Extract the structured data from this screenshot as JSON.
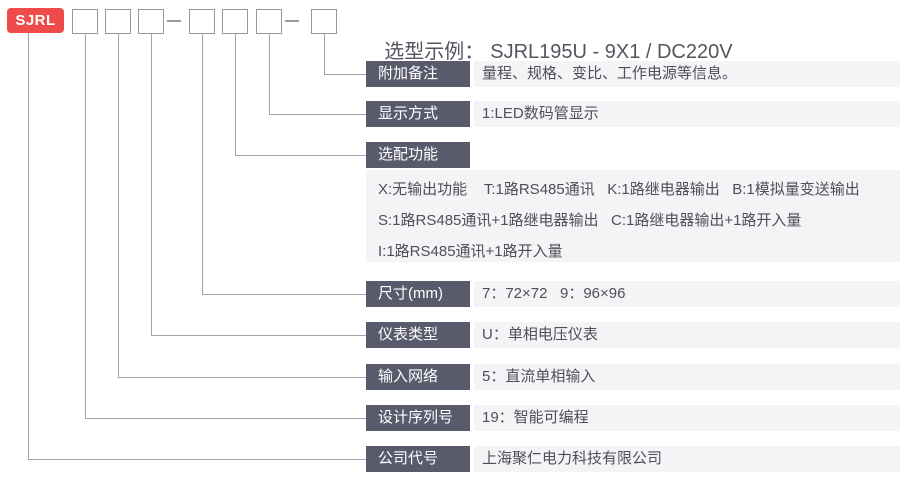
{
  "brand": {
    "code": "SJRL"
  },
  "example": {
    "label": "选型示例：",
    "value": "SJRL195U - 9X1 / DC220V"
  },
  "rows": [
    {
      "id": "additional-notes",
      "label": "附加备注",
      "value": "量程、规格、变比、工作电源等信息。"
    },
    {
      "id": "display-mode",
      "label": "显示方式",
      "value": "1:LED数码管显示"
    },
    {
      "id": "optional-functions",
      "label": "选配功能",
      "options": [
        "X:无输出功能    T:1路RS485通讯   K:1路继电器输出   B:1模拟量变送输出",
        "S:1路RS485通讯+1路继电器输出   C:1路继电器输出+1路开入量",
        "I:1路RS485通讯+1路开入量"
      ]
    },
    {
      "id": "dimensions",
      "label": "尺寸(mm)",
      "value": "7：72×72   9：96×96"
    },
    {
      "id": "meter-type",
      "label": "仪表类型",
      "value": "U：单相电压仪表"
    },
    {
      "id": "input-network",
      "label": "输入网络",
      "value": "5：直流单相输入"
    },
    {
      "id": "design-series",
      "label": "设计序列号",
      "value": "19：智能可编程"
    },
    {
      "id": "company-code",
      "label": "公司代号",
      "value": "上海聚仁电力科技有限公司"
    }
  ],
  "colors": {
    "brand_red": "#ef4b4b",
    "label_bg": "#595b6d",
    "strip_bg": "#f4f4f6",
    "line": "#a2a3a8",
    "text": "#4e4f58"
  }
}
